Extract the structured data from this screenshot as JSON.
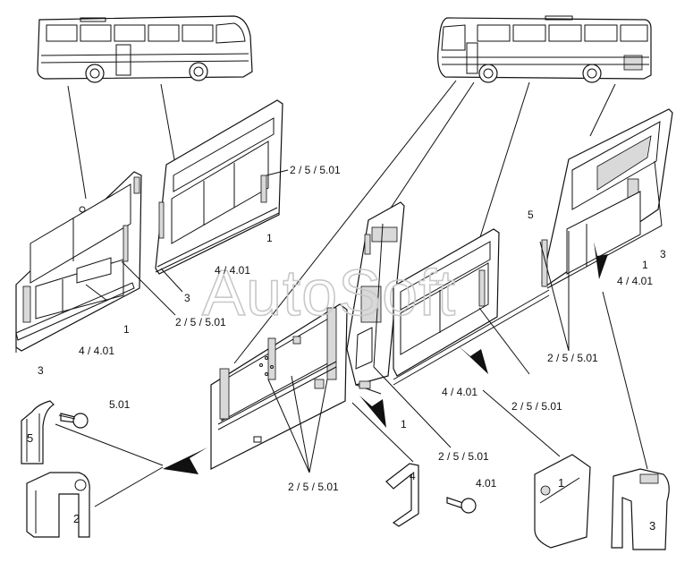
{
  "watermark": "AutoSoft",
  "callouts": {
    "left_group": {
      "frame": "1",
      "panel": "4/4.01",
      "seal": "3",
      "hinge": "2/5/5.01"
    },
    "mid_group": {
      "hinge": "2/5/5.01",
      "frame": "1",
      "panel": "4/4.01",
      "seal": "3"
    },
    "center_panel": {
      "hinge": "2/5/5.01"
    },
    "right_pair": {
      "frame": "1",
      "panel": "4/4.01",
      "hinge_a": "2/5/5.01",
      "hinge_b": "2/5/5.01"
    },
    "right_group": {
      "part5": "5",
      "seal": "3",
      "frame": "1",
      "panel": "4/4.01",
      "hinge": "2/5/5.01"
    }
  },
  "details": {
    "profile_5": "5",
    "screw_501": "5.01",
    "profile_2": "2",
    "bracket_4": "4",
    "screw_401": "4.01",
    "profile_1": "1",
    "profile_3": "3"
  }
}
